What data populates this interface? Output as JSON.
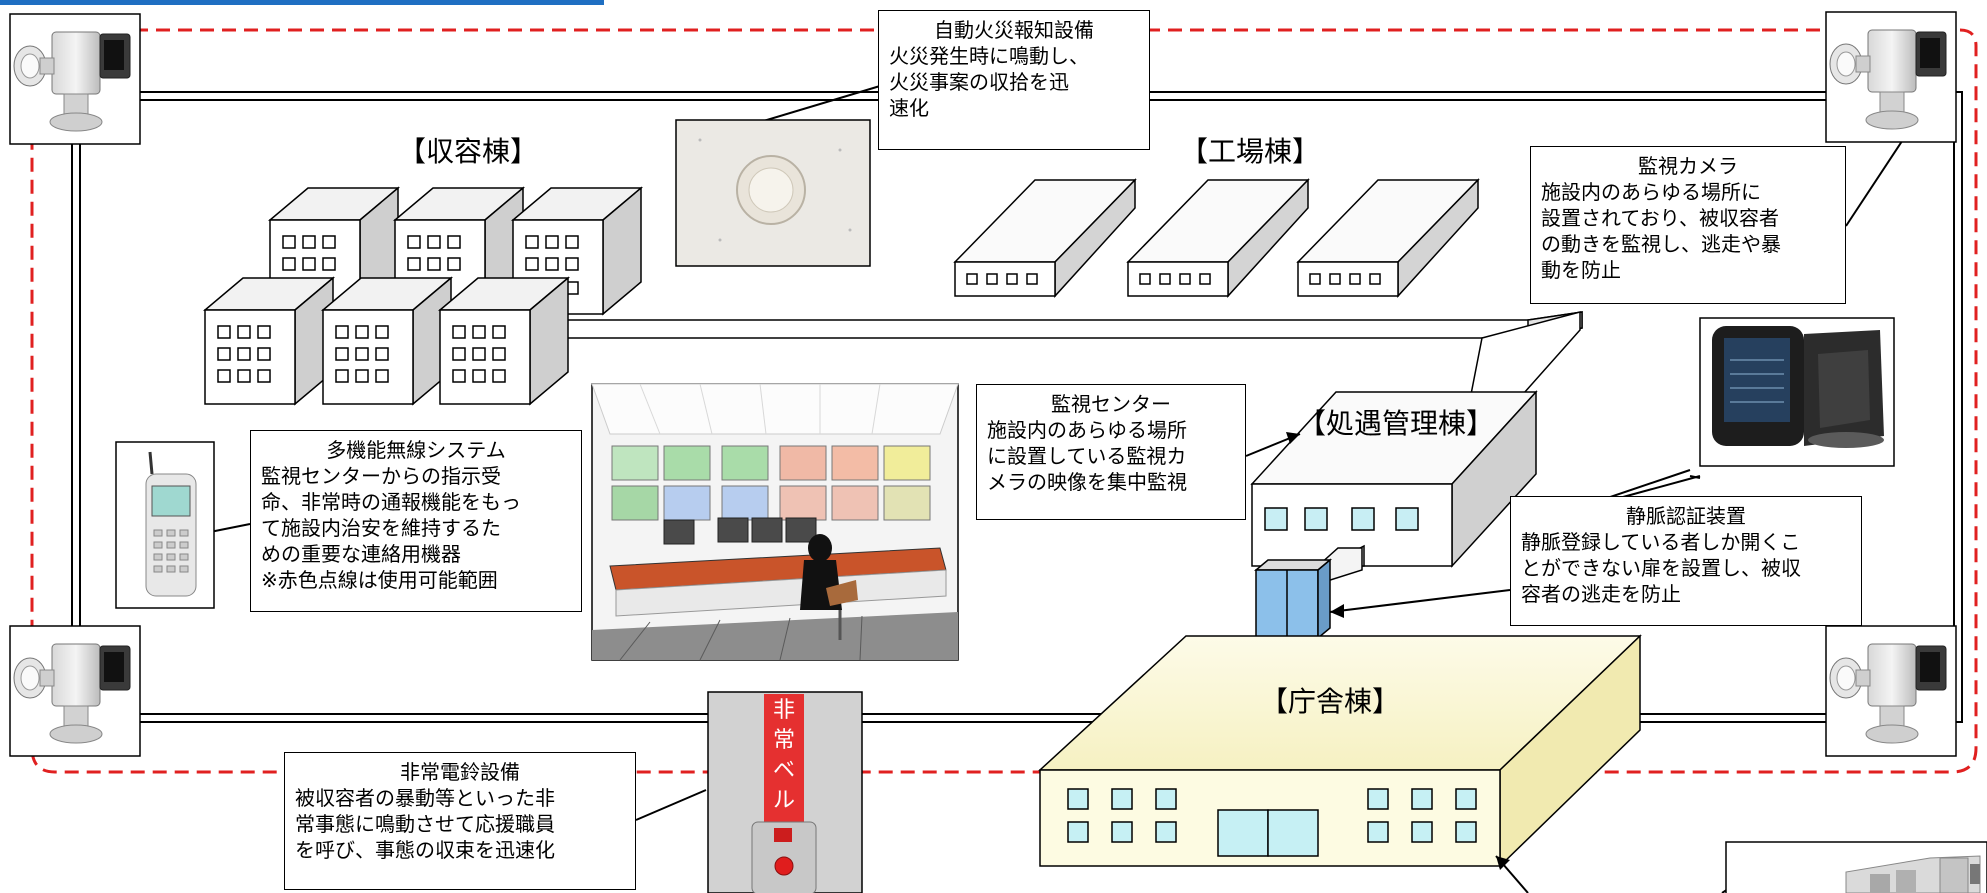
{
  "colors": {
    "perimeter": "#e02020",
    "accent": "#1f6fc2",
    "admin_building": "#fbf8d8",
    "glass": "#a8d8f0"
  },
  "buildings": {
    "accommodation": "【収容棟】",
    "factory": "【工場棟】",
    "management": "【処遇管理棟】",
    "government": "【庁舎棟】"
  },
  "callouts": {
    "fire_alarm": {
      "title": "自動火災報知設備",
      "body": "火災発生時に鳴動し、\n火災事案の収拾を迅\n速化"
    },
    "camera": {
      "title": "監視カメラ",
      "body": "施設内のあらゆる場所に\n設置されており、被収容者\nの動きを監視し、逃走や暴\n動を防止"
    },
    "radio": {
      "title": "多機能無線システム",
      "body": "監視センターからの指示受\n命、非常時の通報機能をもっ\nて施設内治安を維持するた\nめの重要な連絡用機器\n※赤色点線は使用可能範囲"
    },
    "center": {
      "title": "監視センター",
      "body": "施設内のあらゆる場所\nに設置している監視カ\nメラの映像を集中監視"
    },
    "vein": {
      "title": "静脈認証装置",
      "body": "静脈登録している者しか開くこ\nとができない扉を設置し、被収\n容者の逃走を防止"
    },
    "bell": {
      "title": "非常電鈴設備",
      "body": "被収容者の暴動等といった非\n常事態に鳴動させて応援職員\nを呼び、事態の収束を迅速化"
    }
  },
  "bell_sign": "非常ベル",
  "icons": [
    "surveillance-camera-icon",
    "smoke-detector-icon",
    "cell-phone-icon",
    "vein-scanner-icon",
    "emergency-bell-icon",
    "control-room-icon",
    "control-panel-icon"
  ]
}
